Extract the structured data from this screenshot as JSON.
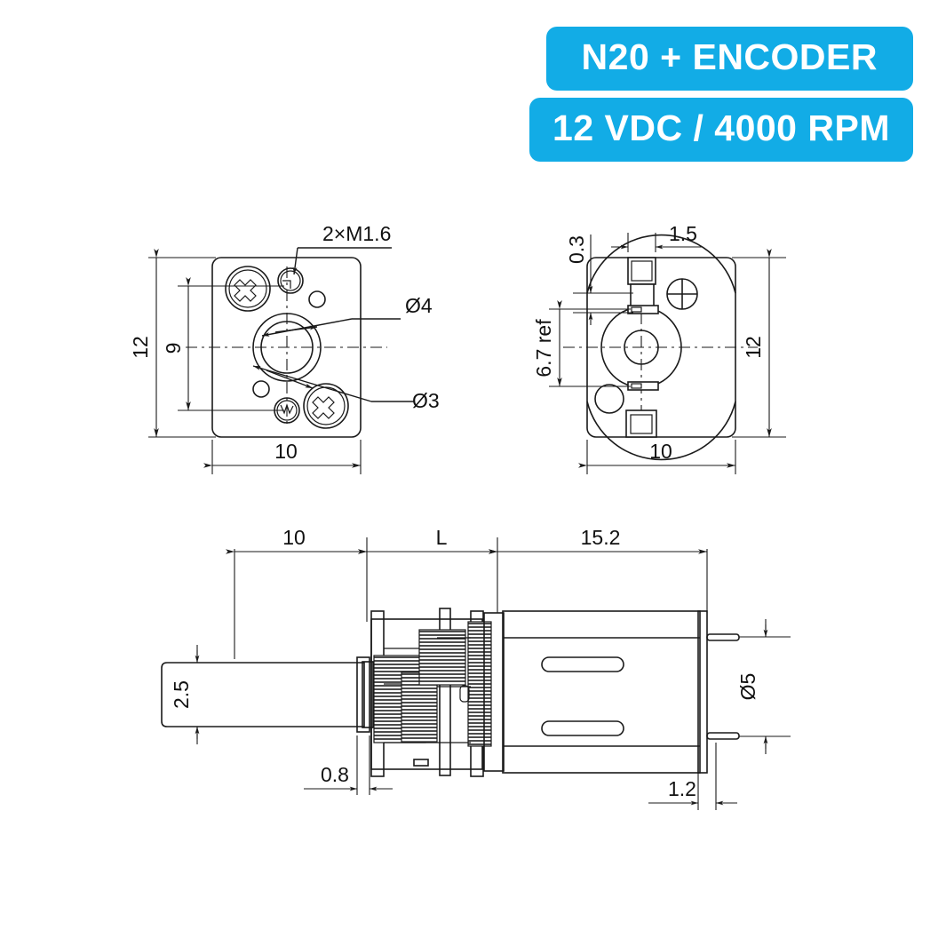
{
  "page": {
    "background": "#ffffff",
    "accent_color": "#12ACE6",
    "line_color": "#1a1a1a"
  },
  "badges": [
    {
      "label": "N20 + ENCODER",
      "name": "badge-model"
    },
    {
      "label": "12 VDC / 4000 RPM",
      "name": "badge-rating"
    }
  ],
  "views": {
    "front": {
      "name": "front-face-view",
      "dimensions": {
        "height_overall": "12",
        "height_hole_spacing": "9",
        "width_overall": "10"
      },
      "callouts": {
        "threads": "2×M1.6",
        "bore_outer": "Ø4",
        "bore_inner": "Ø3"
      }
    },
    "rear": {
      "name": "rear-face-view",
      "dimensions": {
        "tab_thickness": "0.3",
        "tab_width": "1.5",
        "ref_height": "6.7 ref",
        "height_overall": "12",
        "width_overall": "10"
      }
    },
    "side": {
      "name": "side-section-view",
      "dimensions": {
        "shaft_length": "10",
        "gearbox_length": "L",
        "motor_length": "15.2",
        "shaft_diameter": "2.5",
        "flange_thickness": "0.8",
        "terminal_spacing": "Ø5",
        "terminal_offset": "1.2"
      }
    }
  }
}
